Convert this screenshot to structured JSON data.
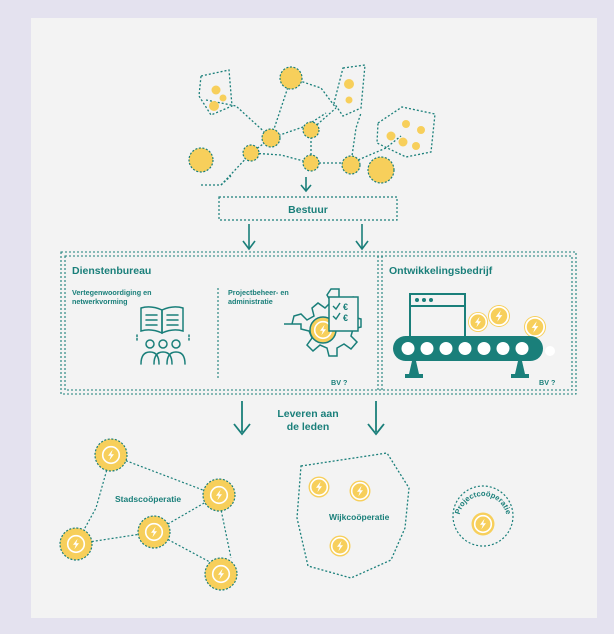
{
  "board_label": "Bestuur",
  "dienstenbureau": {
    "title": "Dienstenbureau",
    "left_line1": "Vertegenwoordiging en",
    "left_line2": "netwerkvorming",
    "right_line1": "Projectbeheer- en",
    "right_line2": "administratie",
    "bv": "BV ?"
  },
  "ontwikkelingsbedrijf": {
    "title": "Ontwikkelingsbedrijf",
    "bv": "BV ?"
  },
  "deliver_line1": "Leveren aan",
  "deliver_line2": "de leden",
  "stad_label": "Stadscoöperatie",
  "wijk_label": "Wijkcoöperatie",
  "project_label": "Projectcoöperatie",
  "colors": {
    "teal": "#1a7f7a",
    "yellow": "#f7cf5b",
    "background": "#f3f3f3",
    "frame": "#e4e2ef"
  }
}
